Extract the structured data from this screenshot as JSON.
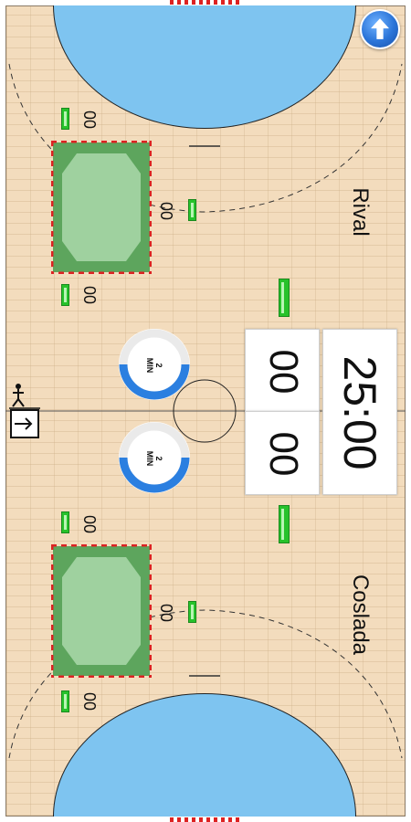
{
  "teams": {
    "top": {
      "name": "Rival",
      "score_left": "00",
      "score_right": "00"
    },
    "bottom": {
      "name": "Coslada",
      "score_left": "00",
      "score_right": "00"
    }
  },
  "top_goal_counts": {
    "upper": "00",
    "lower": "00",
    "inner": "00"
  },
  "bottom_goal_counts": {
    "upper": "00",
    "lower": "00",
    "inner": "00"
  },
  "timer": "25:00",
  "suspension_timers": [
    {
      "label": "2\nMIN",
      "progress": 0.5
    },
    {
      "label": "2\nMIN",
      "progress": 0.5
    }
  ],
  "icons": {
    "up": "arrow-up-icon",
    "exit": "exit-door-icon"
  },
  "colors": {
    "court": "#f3dcbd",
    "zone": "#7ec4f0",
    "goal": "#5da55d",
    "led": "#27c22b",
    "ring": "#2b7fe0"
  }
}
